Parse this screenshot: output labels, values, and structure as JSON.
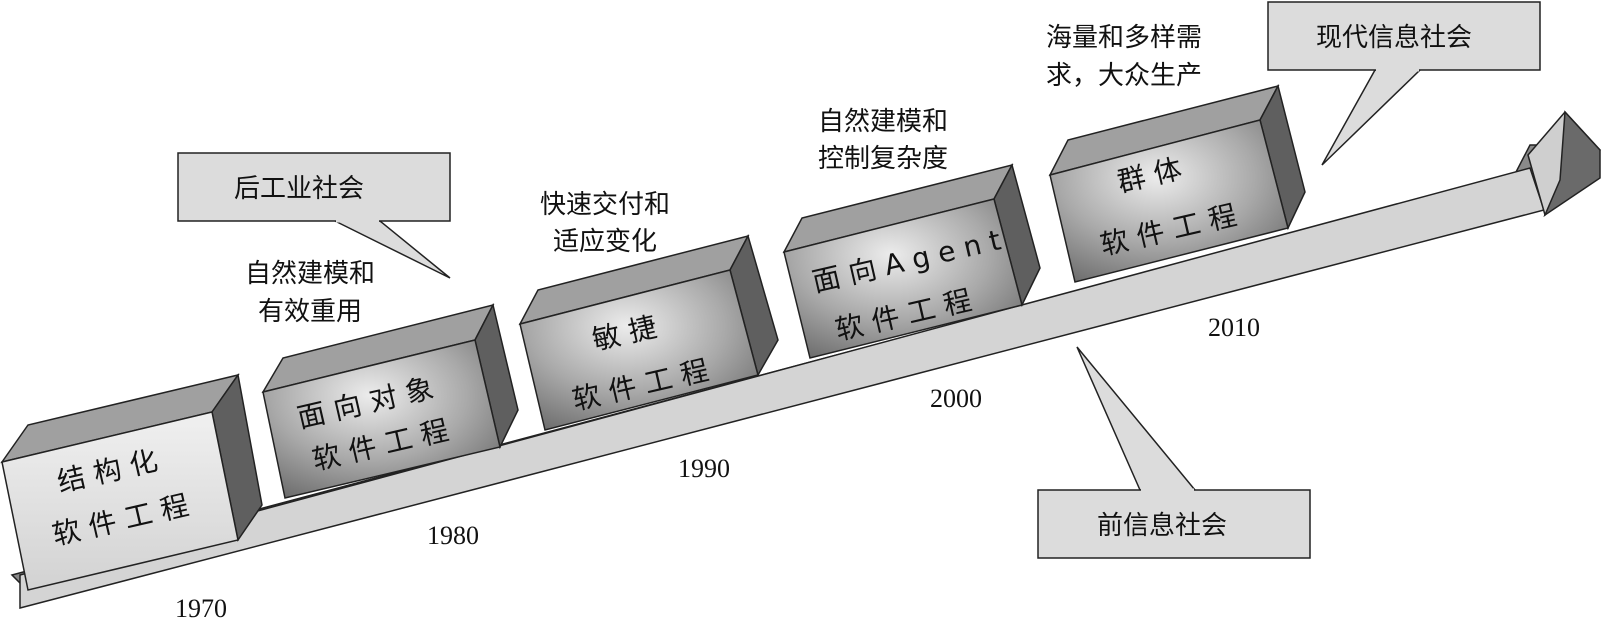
{
  "colors": {
    "box_front_light": "#e8e8e8",
    "box_front_dark": "#6f6f6f",
    "box_top": "#9d9d9d",
    "box_side": "#5f5f5f",
    "arrow_top": "#8a8a8a",
    "arrow_front": "#d6d6d6",
    "callout_fill": "#dcdcdc",
    "stroke": "#222222"
  },
  "years": [
    "1970",
    "1980",
    "1990",
    "2000",
    "2010"
  ],
  "stages": [
    {
      "line1": "结 构 化",
      "line2": "软 件 工 程"
    },
    {
      "line1": "面 向 对 象",
      "line2": "软 件 工 程"
    },
    {
      "line1": "敏 捷",
      "line2": "软 件 工 程"
    },
    {
      "line1": "面 向 A g e n t",
      "line2": "软 件 工 程"
    },
    {
      "line1": "群 体",
      "line2": "软 件 工 程"
    }
  ],
  "drivers": [
    {
      "line1": "自然建模和",
      "line2": "有效重用"
    },
    {
      "line1": "快速交付和",
      "line2": "适应变化"
    },
    {
      "line1": "自然建模和",
      "line2": "控制复杂度"
    },
    {
      "line1": "海量和多样需",
      "line2": "求，大众生产"
    }
  ],
  "callouts": {
    "post_industrial": "后工业社会",
    "pre_information": "前信息社会",
    "modern_information": "现代信息社会"
  }
}
